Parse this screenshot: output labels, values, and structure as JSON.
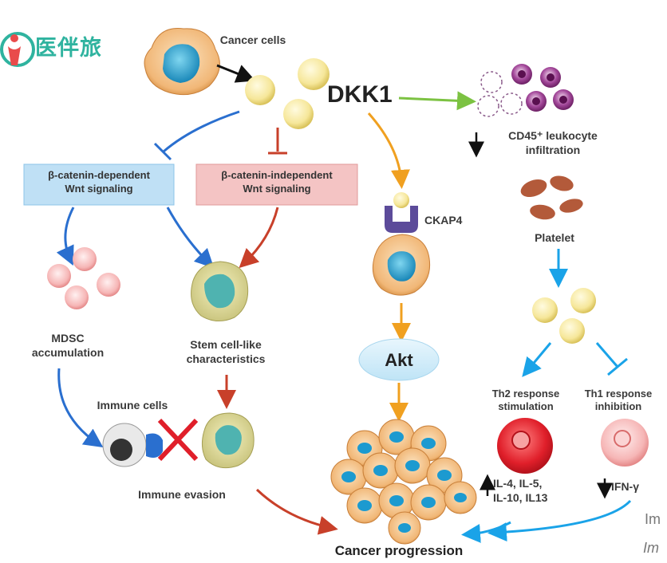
{
  "logo": {
    "text": "医伴旅",
    "icon": "person-heart-logo"
  },
  "nodes": {
    "cancer_cells": "Cancer cells",
    "dkk1": "DKK1",
    "bcat_dependent": "β-catenin-dependent\nWnt signaling",
    "bcat_independent": "β-catenin-independent\nWnt signaling",
    "ckap4": "CKAP4",
    "cd45": "CD45⁺ leukocyte\ninfiltration",
    "platelet": "Platelet",
    "mdsc": "MDSC\naccumulation",
    "stem": "Stem cell-like\ncharacteristics",
    "akt": "Akt",
    "immune_cells": "Immune cells",
    "immune_evasion": "Immune evasion",
    "th2": "Th2 response\nstimulation",
    "th1": "Th1 response\ninhibition",
    "il": "IL-4, IL-5,\nIL-10, IL13",
    "ifn": "IFN-γ",
    "cancer_progression": "Cancer progression",
    "cut_text_1": "Im",
    "cut_text_2": "Im"
  },
  "colors": {
    "blue": "#2a6fcf",
    "red": "#c8402a",
    "orange": "#f0a020",
    "green": "#7cc242",
    "light_blue": "#1aa3e8",
    "black": "#111111",
    "box_blue_bg": "#bfe0f5",
    "box_red_bg": "#f4c4c4"
  }
}
